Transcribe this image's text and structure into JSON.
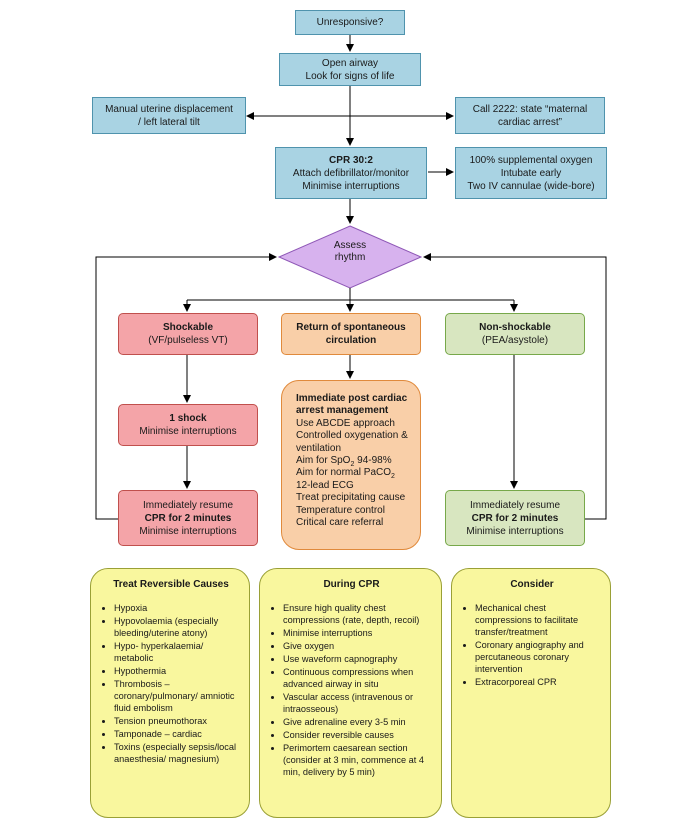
{
  "nodes": {
    "unresponsive": "Unresponsive?",
    "open_airway": [
      "Open airway",
      "Look for signs of life"
    ],
    "uterine_displacement": [
      "Manual uterine displacement",
      "/ left lateral tilt"
    ],
    "call_2222": [
      "Call 2222: state “maternal",
      "cardiac arrest”"
    ],
    "cpr": {
      "title": "CPR 30:2",
      "lines": [
        "Attach defibrillator/monitor",
        "Minimise interruptions"
      ]
    },
    "oxygen": [
      "100% supplemental oxygen",
      "Intubate early",
      "Two IV cannulae (wide-bore)"
    ],
    "assess_rhythm": [
      "Assess",
      "rhythm"
    ],
    "shockable": {
      "title": "Shockable",
      "sub": "(VF/pulseless VT)"
    },
    "rosc": [
      "Return of spontaneous",
      "circulation"
    ],
    "non_shockable": {
      "title": "Non-shockable",
      "sub": "(PEA/asystole)"
    },
    "one_shock": {
      "title": "1 shock",
      "sub": "Minimise interruptions"
    },
    "resume_left": {
      "line1": "Immediately resume",
      "bold": "CPR for 2 minutes",
      "line3": "Minimise interruptions"
    },
    "resume_right": {
      "line1": "Immediately resume",
      "bold": "CPR for 2 minutes",
      "line3": "Minimise interruptions"
    },
    "post_arrest": {
      "title": [
        "Immediate post cardiac",
        "arrest management"
      ],
      "line_abcde": "Use ABCDE approach",
      "line_oxy1": "Controlled oxygenation &",
      "line_oxy2": "ventilation",
      "spo2_pre": "Aim for SpO",
      "spo2_sub": "2",
      "spo2_post": " 94-98%",
      "paco2_pre": "Aim for normal PaCO",
      "paco2_sub": "2",
      "line_ecg": "12-lead ECG",
      "line_cause": "Treat precipitating cause",
      "line_temp": "Temperature control",
      "line_referral": "Critical care referral"
    }
  },
  "panels": {
    "reversible": {
      "title": "Treat Reversible Causes",
      "items": [
        "Hypoxia",
        "Hypovolaemia (especially bleeding/uterine atony)",
        "Hypo- hyperkalaemia/ metabolic",
        "Hypothermia",
        "Thrombosis – coronary/pulmonary/ amniotic fluid embolism",
        "Tension pneumothorax",
        "Tamponade – cardiac",
        "Toxins (especially sepsis/local anaesthesia/ magnesium)"
      ]
    },
    "during_cpr": {
      "title": "During CPR",
      "items": [
        "Ensure high quality chest compressions (rate, depth, recoil)",
        "Minimise interruptions",
        "Give oxygen",
        "Use waveform capnography",
        "Continuous compressions when advanced airway in situ",
        "Vascular access  (intravenous or intraosseous)",
        "Give adrenaline every 3-5 min",
        "Consider reversible causes",
        "Perimortem caesarean section (consider at 3 min, commence at 4 min, delivery by 5 min)"
      ]
    },
    "consider": {
      "title": "Consider",
      "items": [
        "Mechanical chest compressions to facilitate transfer/treatment",
        "Coronary angiography and percutaneous coronary intervention",
        "Extracorporeal CPR"
      ]
    }
  },
  "colors": {
    "blue_fill": "#a9d3e3",
    "purple_fill": "#d7b2ee",
    "red_fill": "#f4a4a8",
    "orange_fill": "#f9cfa8",
    "green_fill": "#d8e6c0",
    "yellow_fill": "#f9f79e"
  }
}
